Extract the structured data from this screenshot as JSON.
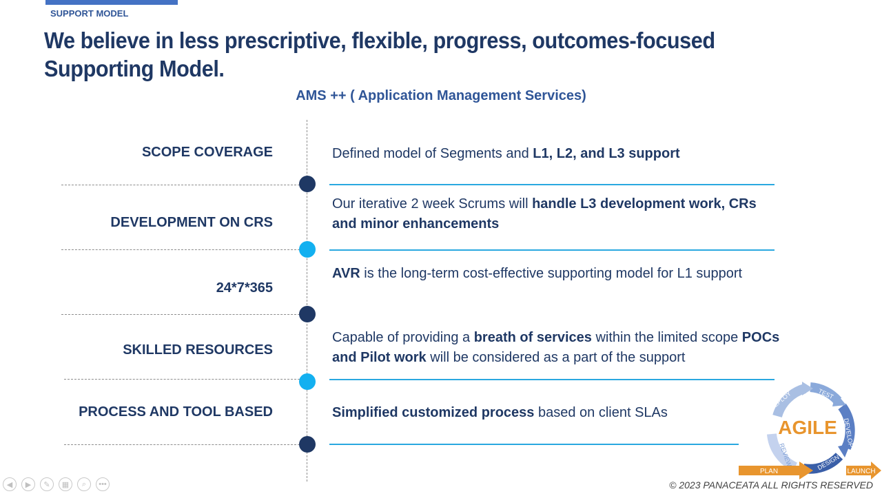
{
  "header": {
    "section_tag": "SUPPORT MODEL",
    "headline": "We believe in less prescriptive, flexible, progress, outcomes-focused  Supporting Model.",
    "subtitle": "AMS ++ ( Application Management Services)"
  },
  "rows": [
    {
      "label": "SCOPE COVERAGE",
      "desc": [
        {
          "t": "Defined model of Segments and ",
          "b": false
        },
        {
          "t": "L1, L2, and L3 support",
          "b": true
        }
      ],
      "dot": "dark"
    },
    {
      "label": "DEVELOPMENT ON  CRS",
      "desc": [
        {
          "t": "Our iterative 2 week Scrums will ",
          "b": false
        },
        {
          "t": "handle L3 development work, CRs and minor enhancements",
          "b": true
        }
      ],
      "dot": "light"
    },
    {
      "label": "24*7*365",
      "desc": [
        {
          "t": "AVR",
          "b": true
        },
        {
          "t": " is the long-term cost-effective supporting model for L1 support",
          "b": false
        }
      ],
      "dot": "dark"
    },
    {
      "label": "SKILLED RESOURCES",
      "desc": [
        {
          "t": "Capable of providing a ",
          "b": false
        },
        {
          "t": "breath of services",
          "b": true
        },
        {
          "t": " within the limited scope ",
          "b": false
        },
        {
          "t": "POCs and Pilot work",
          "b": true
        },
        {
          "t": " will be considered as a part of the support",
          "b": false
        }
      ],
      "dot": "light"
    },
    {
      "label": "PROCESS AND TOOL BASED",
      "desc": [
        {
          "t": "Simplified customized process",
          "b": true
        },
        {
          "t": " based on client SLAs",
          "b": false
        }
      ],
      "dot": "dark"
    }
  ],
  "logo": {
    "center_text": "AGILE",
    "cycle": [
      "DEPLOY",
      "TEST",
      "DEVELOP",
      "DESIGN",
      "REVIEW"
    ],
    "arrow_left": "PLAN",
    "arrow_right": "LAUNCH"
  },
  "controls": [
    {
      "name": "previous-slide-icon",
      "glyph": "◀"
    },
    {
      "name": "next-slide-icon",
      "glyph": "▶"
    },
    {
      "name": "pen-icon",
      "glyph": "✎"
    },
    {
      "name": "slides-grid-icon",
      "glyph": "▦"
    },
    {
      "name": "zoom-icon",
      "glyph": "⌕"
    },
    {
      "name": "more-options-icon",
      "glyph": "•••"
    }
  ],
  "footer": "© 2023 PANACEATA ALL RIGHTS RESERVED",
  "colors": {
    "navy": "#1f3864",
    "accent_blue": "#29a8e0",
    "light_dot": "#13b0f0",
    "orange": "#e8952e"
  }
}
